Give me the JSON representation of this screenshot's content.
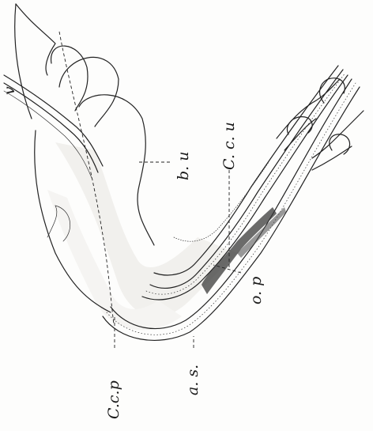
{
  "figure": {
    "labels": {
      "v": "v",
      "b_u": "b. u",
      "C_c_u": "C. c. u",
      "o_p": "o. p",
      "C_c_p": "C.c.p",
      "a_s": "a. s."
    }
  }
}
